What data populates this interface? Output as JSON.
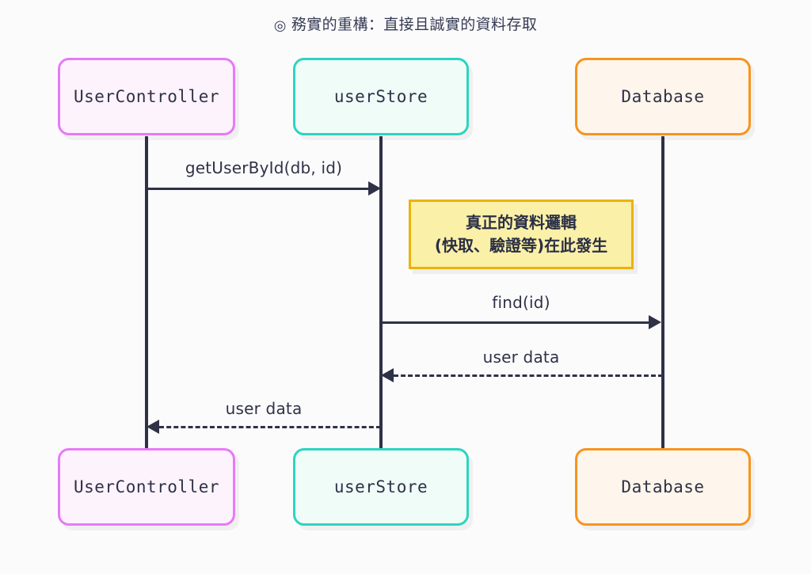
{
  "title": {
    "icon": "circle-target-icon",
    "icon_glyph": "◎",
    "text": "務實的重構：直接且誠實的資料存取"
  },
  "colors": {
    "background": "#fbfbfc",
    "ink": "#2f3147",
    "controller_border": "#e879f9",
    "controller_fill": "#fdf3fd",
    "store_border": "#2dd4bf",
    "store_fill": "#effcf8",
    "database_border": "#f7941e",
    "database_fill": "#fef6ec",
    "note_border": "#eab308",
    "note_fill": "#fbf0a8"
  },
  "participants": [
    {
      "id": "userController",
      "label": "UserController",
      "theme": "controller"
    },
    {
      "id": "userStore",
      "label": "userStore",
      "theme": "store"
    },
    {
      "id": "database",
      "label": "Database",
      "theme": "database"
    }
  ],
  "messages": [
    {
      "id": "m1",
      "from": "userController",
      "to": "userStore",
      "label": "getUserById(db, id)",
      "style": "solid",
      "direction": "right"
    },
    {
      "id": "m2",
      "from": "userStore",
      "to": "database",
      "label": "find(id)",
      "style": "solid",
      "direction": "right"
    },
    {
      "id": "m3",
      "from": "database",
      "to": "userStore",
      "label": "user data",
      "style": "dashed",
      "direction": "left"
    },
    {
      "id": "m4",
      "from": "userStore",
      "to": "userController",
      "label": "user data",
      "style": "dashed",
      "direction": "left"
    }
  ],
  "note": {
    "attached_to": "userStore",
    "line1": "真正的資料邏輯",
    "line2": "(快取、驗證等)在此發生"
  }
}
